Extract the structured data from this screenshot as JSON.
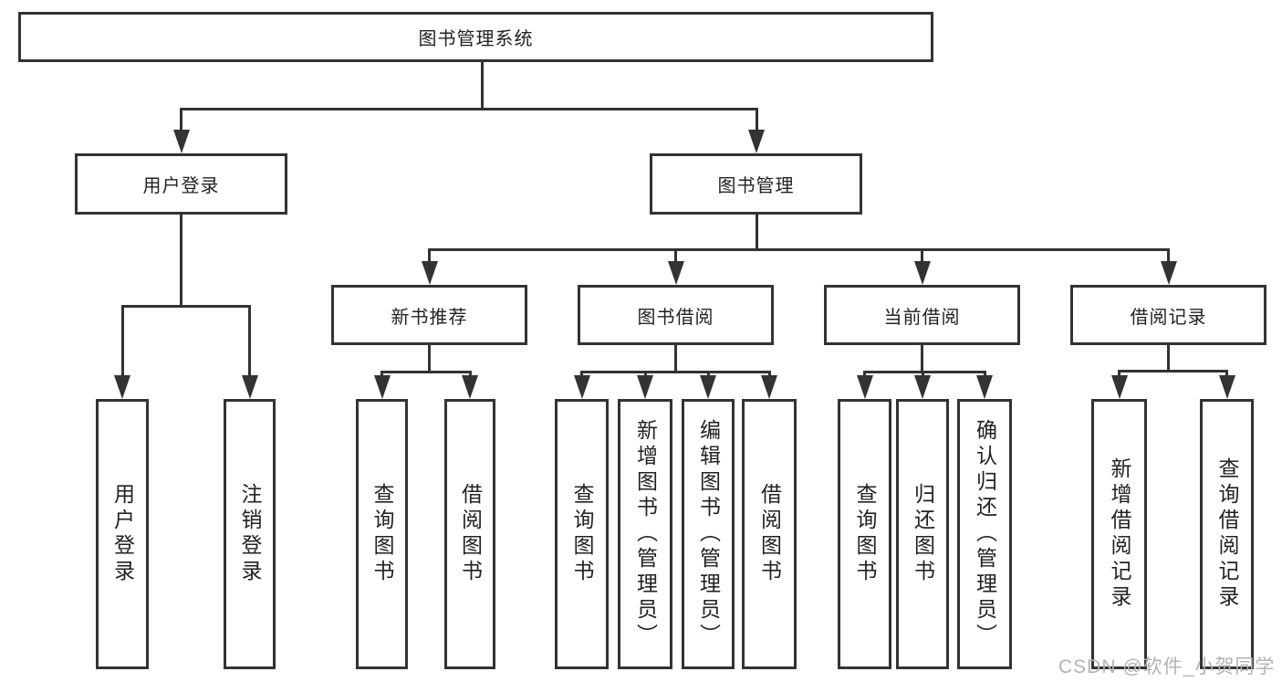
{
  "diagram": {
    "title": "图书管理系统",
    "watermark": "CSDN @软件_小贺同学",
    "colors": {
      "line": "#333333",
      "text": "#222222",
      "watermark": "#b3b3b3",
      "background": "#ffffff"
    },
    "nodes": {
      "root": "图书管理系统",
      "user_login": "用户登录",
      "book_mgmt": "图书管理",
      "new_book_rec": "新书推荐",
      "book_borrow": "图书借阅",
      "current_borrow": "当前借阅",
      "borrow_record": "借阅记录",
      "leaf_user_login": "用户登录",
      "leaf_logout": "注销登录",
      "leaf_nb_query": "查询图书",
      "leaf_nb_borrow": "借阅图书",
      "leaf_bw_query": "查询图书",
      "leaf_bw_add": "新增图书（管理员）",
      "leaf_bw_edit": "编辑图书（管理员）",
      "leaf_bw_borrow": "借阅图书",
      "leaf_cur_query": "查询图书",
      "leaf_cur_return": "归还图书",
      "leaf_cur_confirm": "确认归还（管理员）",
      "leaf_his_add": "新增借阅记录",
      "leaf_his_query": "查询借阅记录"
    },
    "hierarchy": {
      "图书管理系统": [
        "用户登录",
        "图书管理"
      ],
      "用户登录": [
        "用户登录",
        "注销登录"
      ],
      "图书管理": [
        "新书推荐",
        "图书借阅",
        "当前借阅",
        "借阅记录"
      ],
      "新书推荐": [
        "查询图书",
        "借阅图书"
      ],
      "图书借阅": [
        "查询图书",
        "新增图书（管理员）",
        "编辑图书（管理员）",
        "借阅图书"
      ],
      "当前借阅": [
        "查询图书",
        "归还图书",
        "确认归还（管理员）"
      ],
      "借阅记录": [
        "新增借阅记录",
        "查询借阅记录"
      ]
    }
  }
}
